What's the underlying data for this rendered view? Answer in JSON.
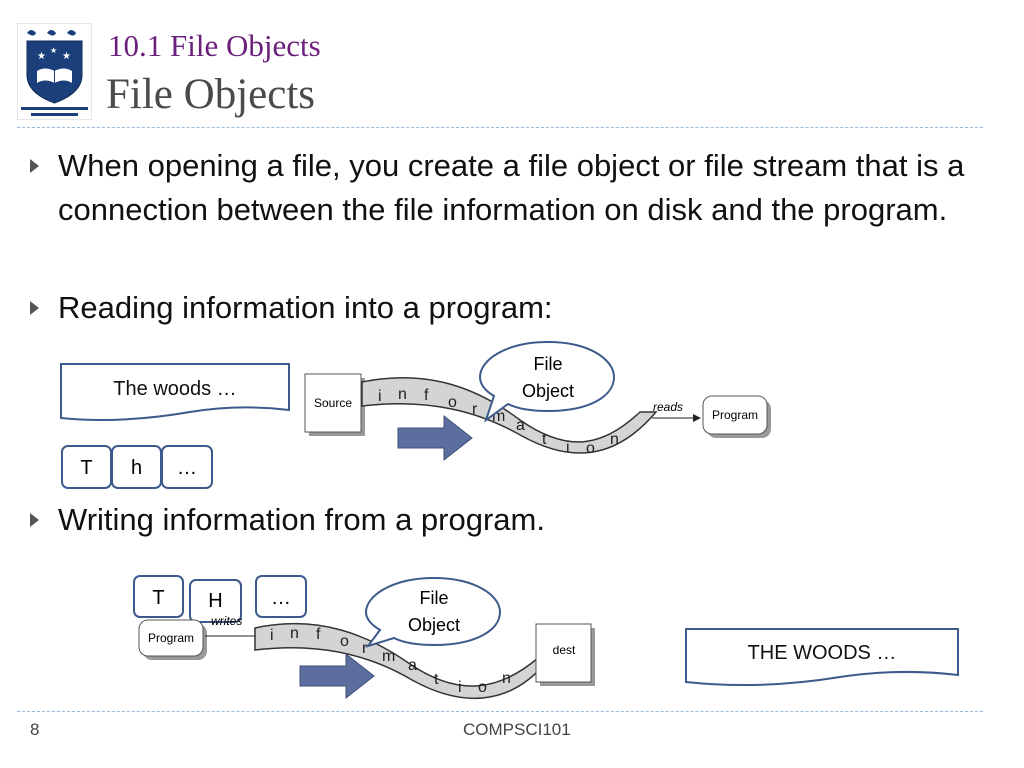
{
  "header": {
    "subtitle": "10.1 File Objects",
    "title": "File Objects"
  },
  "bullets": [
    "When opening a file, you create a file object or file stream that is a connection between the file information on disk and the program.",
    "Reading information into a program:",
    "Writing information from a program."
  ],
  "reading_diagram": {
    "note": "The woods …",
    "chars": [
      "T",
      "h",
      "…"
    ],
    "source_label": "Source",
    "bubble_line1": "File",
    "bubble_line2": "Object",
    "stream_letters": [
      "i",
      "n",
      "f",
      "o",
      "r",
      "m",
      "a",
      "t",
      "i",
      "o",
      "n"
    ],
    "arrow_label": "reads",
    "program_label": "Program"
  },
  "writing_diagram": {
    "chars": [
      "T",
      "H",
      "…"
    ],
    "program_label": "Program",
    "arrow_label": "writes",
    "bubble_line1": "File",
    "bubble_line2": "Object",
    "stream_letters": [
      "i",
      "n",
      "f",
      "o",
      "r",
      "m",
      "a",
      "t",
      "i",
      "o",
      "n"
    ],
    "dest_label": "dest",
    "note": "THE WOODS …"
  },
  "footer": {
    "page_number": "8",
    "course": "COMPSCI101"
  },
  "colors": {
    "subtitle": "#6b1f7c",
    "title": "#4b4b4b",
    "box_border": "#3c5a8c",
    "block_arrow": "#5b6e9e",
    "rule": "#9db9d3"
  }
}
